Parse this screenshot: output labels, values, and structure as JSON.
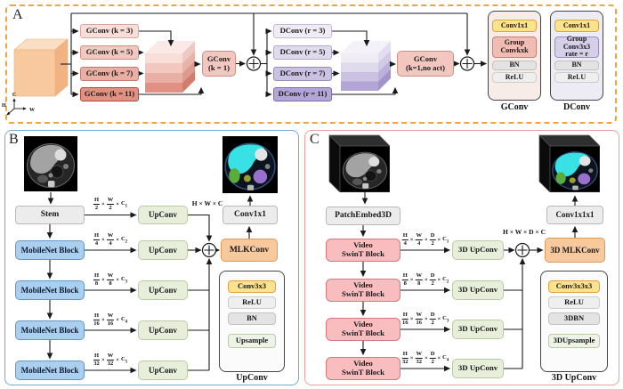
{
  "colors": {
    "panel_a_border": "#f2a444",
    "panel_b_border": "#74a9db",
    "panel_c_border": "#efa09a",
    "gconv_shades": [
      "#f7ded9",
      "#f1c7bf",
      "#eaafa4",
      "#e19183"
    ],
    "gconv_borders": [
      "#d9a89f",
      "#cf9084",
      "#c57a6c",
      "#ad4a38"
    ],
    "dconv_shades": [
      "#efecf6",
      "#e0daed",
      "#cbc1e2",
      "#b3a5d6"
    ],
    "dconv_borders": [
      "#c4bcd9",
      "#b1a6cd",
      "#998ac0",
      "#7f6cab"
    ],
    "fuse_pink": "#f3c7bf",
    "fuse_pink_border": "#cf9084",
    "yellow_block": "#fbe28c",
    "yellow_border": "#dfa33c",
    "gray_block": "#ececec",
    "gray_border": "#b9b9b9",
    "bn_gray": "#e3e3e3",
    "relu_gray": "#efefef",
    "blue_block": "#abcfee",
    "blue_border": "#6397c5",
    "green_block": "#e7eeda",
    "green_border": "#bccaa4",
    "orange_block": "#f8c99c",
    "orange_border": "#e09a54",
    "pink_block": "#f9bcbf",
    "pink_border": "#d8777c",
    "legend_gconv_bg": "#f8ece9",
    "legend_dconv_bg": "#edebf3",
    "legend_border": "#454545",
    "group_pink": "#f0bcb4",
    "group_purple": "#d6cfe8",
    "seg_cyan": "#38e2e4",
    "seg_green": "#5aac3c",
    "seg_purple": "#9a70cf"
  },
  "panel_a": {
    "label": "A",
    "axis": {
      "up": "C",
      "right": "W",
      "down": "H"
    },
    "branches_gconv": [
      "GConv (k = 3)",
      "GConv (k = 5)",
      "GConv (k = 7)",
      "GConv (k = 11)"
    ],
    "fuse1_line1": "GConv",
    "fuse1_line2": "(k = 1)",
    "branches_dconv": [
      "DConv (r = 3)",
      "DConv (r = 5)",
      "DConv (r = 7)",
      "DConv (r = 11)"
    ],
    "fuse2_line1": "GConv",
    "fuse2_line2": "(k=1,no act)",
    "legend_gconv": {
      "title": "GConv",
      "conv": "Conv1x1",
      "group_line1": "Group",
      "group_line2": "Convkxk",
      "bn": "BN",
      "relu": "ReLU"
    },
    "legend_dconv": {
      "title": "DConv",
      "conv": "Conv1x1",
      "group_line1": "Group Conv3x3",
      "group_line2": "rate = r",
      "bn": "BN",
      "relu": "ReLU"
    }
  },
  "panel_b": {
    "label": "B",
    "stem": "Stem",
    "encoder_blocks": [
      "MobileNet Block",
      "MobileNet Block",
      "MobileNet Block",
      "MobileNet Block"
    ],
    "skip_dims": [
      "H/2 × W/2 × C_1",
      "H/4 × W/4 × C_2",
      "H/8 × W/8 × C_3",
      "H/16 × W/16 × C_4",
      "H/32 × W/32 × C_5"
    ],
    "decoder_blocks": [
      "UpConv",
      "UpConv",
      "UpConv",
      "UpConv",
      "UpConv"
    ],
    "merge_dim": "H × W × C",
    "mlkconv": "MLKConv",
    "head_conv": "Conv1x1",
    "legend": {
      "title": "UpConv",
      "conv": "Conv3x3",
      "relu": "ReLU",
      "bn": "BN",
      "upsample": "Upsample"
    }
  },
  "panel_c": {
    "label": "C",
    "patch_embed": "PatchEmbed3D",
    "encoder_blocks": [
      {
        "line1": "Video",
        "line2": "SwinT Block"
      },
      {
        "line1": "Video",
        "line2": "SwinT Block"
      },
      {
        "line1": "Video",
        "line2": "SwinT Block"
      },
      {
        "line1": "Video",
        "line2": "SwinT Block"
      }
    ],
    "skip_dims": [
      "H/4 × W/4 × D/2 × C_1",
      "H/8 × W/8 × D/2 × C_2",
      "H/16 × W/16 × D/2 × C_3",
      "H/32 × W/32 × D/2 × C_4"
    ],
    "decoder_blocks": [
      "3D UpConv",
      "3D UpConv",
      "3D UpConv",
      "3D UpConv"
    ],
    "merge_dim": "H × W × D × C",
    "mlkconv": "3D MLKConv",
    "head_conv": "Conv1x1x1",
    "legend": {
      "title": "3D UpConv",
      "conv": "Conv3x3x3",
      "relu": "ReLU",
      "bn": "3DBN",
      "upsample": "3DUpsample"
    }
  }
}
